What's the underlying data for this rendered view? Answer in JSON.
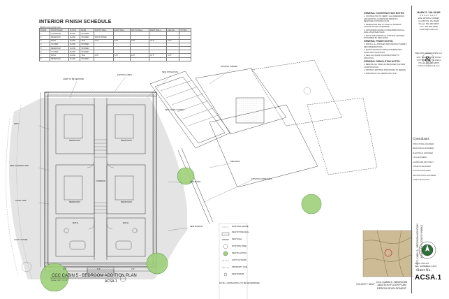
{
  "schedule": {
    "title": "INTERIOR FINISH SCHEDULE",
    "subtitle": "BEDROOM ADDITION",
    "headers": [
      "ROOM",
      "ROOM NAME",
      "FLOOR",
      "BASE",
      "NORTH WALL",
      "EAST WALL",
      "SOUTH WALL",
      "WEST WALL",
      "CEILING",
      "NOTES"
    ],
    "rows": [
      [
        "1",
        "CORRIDOR",
        "SLATE",
        "STAINED",
        "",
        "",
        "",
        "",
        "",
        ""
      ],
      [
        "2",
        "BEDROOM",
        "SLATE",
        "STAINED",
        "WOOD PANEL",
        "",
        "",
        "",
        "",
        ""
      ],
      [
        "3",
        "BATH",
        "SLATE",
        "TILE",
        "GYP",
        "GYP",
        "GYP",
        "GYP",
        "GYP",
        ""
      ],
      [
        "4",
        "CLOSET",
        "SLATE",
        "STAINED",
        "",
        "",
        "",
        "",
        "",
        ""
      ],
      [
        "5",
        "BEDROOM",
        "SLATE",
        "STAINED",
        "",
        "",
        "",
        "",
        "",
        ""
      ],
      [
        "6",
        "CLOSET",
        "SLATE",
        "STAINED",
        "",
        "",
        "",
        "",
        "",
        ""
      ],
      [
        "7",
        "BATH",
        "SLATE",
        "TILE",
        "GYP",
        "GYP",
        "GYP",
        "GYP",
        "GYP",
        ""
      ],
      [
        "8",
        "BEDROOM",
        "SLATE",
        "STAINED",
        "",
        "",
        "",
        "",
        "",
        ""
      ]
    ]
  },
  "notes": {
    "general_construction": {
      "title": "GENERAL CONSTRUCTION NOTES:",
      "items": [
        "1. CONTRACTOR TO VERIFY ALL DIMENSIONS AND EXISTING CONDITIONS PRIOR TO BEGINNING CONSTRUCTION.",
        "2. DIMENSIONS ARE TO FACE OF FRAMING UNLESS NOTED OTHERWISE.",
        "3. PROVIDE BLOCKING AS REQUIRED FOR ALL WALL MOUNTED ITEMS.",
        "4. PATCH AND REPAIR ALL EXISTING FINISHES DISTURBED BY NEW WORK."
      ]
    },
    "general_finish": {
      "title": "GENERAL FINISH NOTES:",
      "items": [
        "1. INSTALL ALL FINISHES PER MANUFACTURER'S RECOMMENDATIONS.",
        "2. MATCH EXISTING FINISHES WHERE NEW WORK ABUTS EXISTING.",
        "3. SEAL ALL SLATE FLOORING PRIOR TO GROUTING."
      ]
    },
    "general_demolition": {
      "title": "GENERAL DEMOLITION NOTES:",
      "items": [
        "1. REMOVE ALL ITEMS AS REQUIRED FOR NEW CONSTRUCTION.",
        "2. PROTECT EXISTING STRUCTURE TO REMAIN.",
        "3. DISPOSE OF ALL DEBRIS OFF SITE."
      ]
    }
  },
  "plan": {
    "title": "CCC CABIN 5 - BEDROOM ADDITION PLAN",
    "scale": "Scale: 1/4\" = 1'-0\"",
    "sheet_ref": "ACSA.1",
    "rooms": [
      "BEDROOM",
      "BEDROOM",
      "BEDROOM",
      "BEDROOM",
      "BATH",
      "BATH",
      "CORRIDOR"
    ],
    "labels": [
      "CABIN TO BE REMOVED",
      "EXISTING CABIN",
      "NEW STONE PATH",
      "EXISTING CHIMNEY",
      "NEW STONE CHIMNEY",
      "NEW DECK",
      "EXISTING STONE WALL",
      "NEW ENTRY",
      "NEW WINDOW",
      "PATIO",
      "NEW CONCRETE PAD",
      "SLATE STEP",
      "LIGHT FIXTURE",
      "4'-0\"",
      "4'-0\"",
      "5'-0\""
    ],
    "legend": [
      "EXISTING GRADE",
      "NEW STONE WALL",
      "NEW WALL",
      "EXISTING TREE",
      "NEW PLANTING",
      "LIMIT OF WORK",
      "PROPERTY LINE",
      "NEW SHRUB",
      "NOTE: LANDSCAPING TO BE DETERMINED"
    ]
  },
  "title_block": {
    "firm_name": "MARK S. VALSKAR",
    "role": "ARCHITECT",
    "address": [
      "1066 APPIAN STREET",
      "CLAIRTON, PA 15025"
    ],
    "phone": "Phone: 000-000-0000",
    "fax": "Fax: 000-000-0000",
    "email": "mvarch@email.com",
    "partner_name": "BELLINO ASSOCIATES LLC",
    "partner_address": [
      "3217 BRUNSWICK ROAD",
      "PITTSBURGH, PA 15234"
    ],
    "partner_phone": "Phone: 000-000-0000",
    "partner_email": "bellinoarch@email.com",
    "consultants_title": "Consultants",
    "consultants": [
      "STRUCTURAL ENGINEER",
      "MECHANICAL ENGINEER",
      "ELECTRICAL ENGINEER",
      "CIVIL ENGINEER",
      "LANDSCAPE ARCHITECT",
      "INTERIOR DESIGNER",
      "LIGHTING DESIGNER",
      "GEOTECHNICAL ENGINEER",
      "CODE CONSULTANT"
    ],
    "project_vertical": "CCC CABIN 5 - BEDROOM ADDITION",
    "owner_vertical": "ALLEGHENY COUNTY PARKS",
    "job_number": "Job no. 0715-027",
    "date": "Date: NOVEMBER 4, 2016",
    "sheet_no_label": "Sheet No.",
    "sheet_no": "ACSA.1",
    "vicinity_map": "VICINITY MAP",
    "sheet_description": [
      "CCC CABIN 5 - BEDROOM",
      "ADDITION FLOOR PLAN",
      "DESIGN DEVELOPMENT"
    ]
  },
  "colors": {
    "tree_fill": "#9fd07a",
    "tree_stroke": "#5a9a3a",
    "line": "#333333",
    "map_bg": "#cdbb95"
  }
}
